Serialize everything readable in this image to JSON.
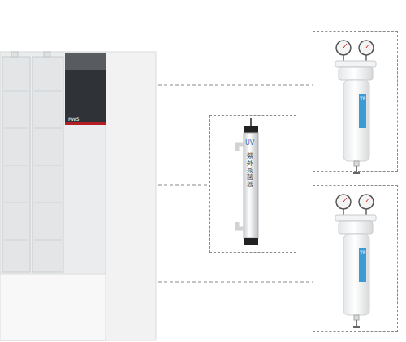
{
  "diagram": {
    "nodes": [
      {
        "text": [
          "PWS"
        ]
      },
      {
        "text": [
          "TF"
        ]
      },
      {
        "text": [
          "UV",
          "紫外杀菌器"
        ]
      },
      {
        "text": [
          "TF"
        ]
      }
    ],
    "edges": [
      {
        "from": 0,
        "to": 1,
        "arrow": "none"
      },
      {
        "from": 0,
        "to": 2,
        "arrow": "none"
      },
      {
        "from": 0,
        "to": 3,
        "arrow": "none"
      }
    ]
  }
}
